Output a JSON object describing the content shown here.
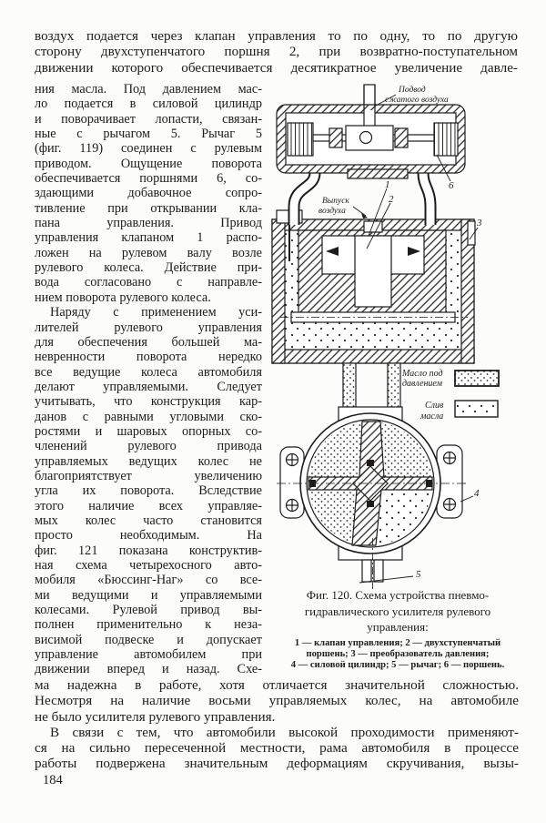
{
  "page": {
    "number": "184"
  },
  "top_block": {
    "paragraphs": [
      {
        "indent_first": false,
        "justify_last": true,
        "lines": [
          "воздух подается через клапан управления то по одну, то по другую",
          "сторону двухступенчатого поршня 2, при возвратно-поступательном",
          "движении которого обеспечивается десятикратное увеличение давле-"
        ]
      }
    ]
  },
  "left_column": {
    "paragraphs": [
      {
        "indent_first": false,
        "justify_last": false,
        "lines": [
          "ния масла. Под давлением мас-",
          "ло подается в силовой цилиндр",
          "и поворачивает лопасти, связан-",
          "ные с рычагом 5. Рычаг 5",
          "(фиг. 119) соединен с рулевым",
          "приводом. Ощущение поворота",
          "обеспечивается поршнями 6, со-",
          "здающими добавочное сопро-",
          "тивление при открывании кла-",
          "пана управления. Привод",
          "управления клапаном 1 распо-",
          "ложен на рулевом валу возле",
          "рулевого колеса. Действие при-",
          "вода согласовано с направле-",
          "нием поворота рулевого колеса."
        ]
      },
      {
        "indent_first": true,
        "justify_last": true,
        "lines": [
          "Наряду с применением уси-",
          "лителей рулевого управления",
          "для обеспечения большей ма-",
          "невренности поворота нередко",
          "все ведущие колеса автомобиля",
          "делают управляемыми. Следует",
          "учитывать, что конструкция кар-",
          "данов с равными угловыми ско-",
          "ростями и шаровых опорных со-",
          "членений рулевого привода",
          "управляемых ведущих колес не",
          "благоприятствует увеличению",
          "угла их поворота. Вследствие",
          "этого наличие всех управляе-",
          "мых колес часто становится",
          "просто необходимым. На",
          "фиг. 121 показана конструктив-",
          "ная схема четырехосного авто-",
          "мобиля «Бюссинг-Наг» со все-",
          "ми ведущими и управляемыми",
          "колесами. Рулевой привод вы-",
          "полнен применительно к неза-",
          "висимой подвеске и допускает",
          "управление автомобилем при",
          "движении вперед и назад. Схе-"
        ]
      }
    ]
  },
  "bottom_block": {
    "paragraphs": [
      {
        "indent_first": false,
        "justify_last": false,
        "lines": [
          "ма надежна в работе, хотя отличается значительной сложностью.",
          "Несмотря на наличие восьми управляемых колес, на автомобиле",
          "не было усилителя рулевого управления."
        ]
      },
      {
        "indent_first": true,
        "justify_last": true,
        "lines": [
          "В связи с тем, что автомобили высокой проходимости применяют-",
          "ся на сильно пересеченной местности, рама автомобиля в процессе",
          "работы подвержена значительным деформациям скручивания, вызы-"
        ]
      }
    ]
  },
  "figure": {
    "labels": {
      "air_supply_1": "Подвод",
      "air_supply_2": "сжатого воздуха",
      "air_exhaust_1": "Выпуск",
      "air_exhaust_2": "воздуха",
      "legend_pressure_1": "Масло под",
      "legend_pressure_2": "давлением",
      "legend_drain_1": "Слив",
      "legend_drain_2": "масла",
      "n1": "1",
      "n2": "2",
      "n3": "3",
      "n4": "4",
      "n5": "5",
      "n6": "6"
    },
    "caption": {
      "line1": "Фиг. 120. Схема устройства пневмо-",
      "line2": "гидравлического усилителя рулевого",
      "line3": "управления:",
      "legend_lines": [
        "1 — клапан управления; 2 — двухступенчатый",
        "поршень; 3 — преобразователь давления;",
        "4 — силовой цилиндр; 5 — рычаг; 6 — поршень."
      ]
    }
  },
  "ink": "#1d1c1a"
}
